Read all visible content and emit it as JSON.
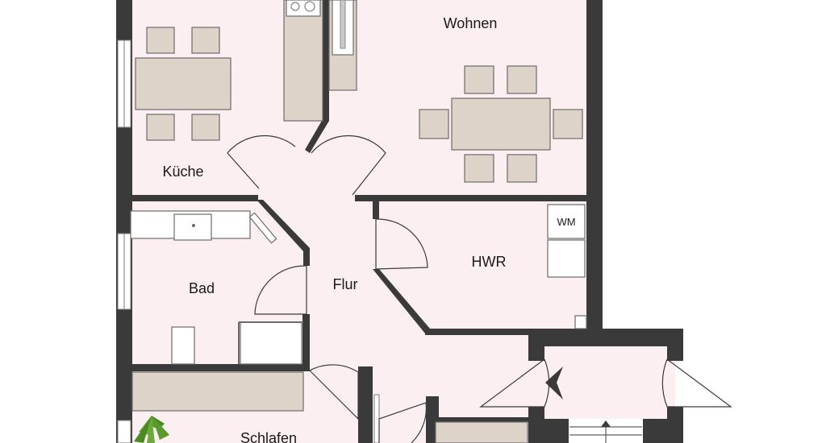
{
  "rooms": {
    "wohnen": "Wohnen",
    "kueche": "Küche",
    "bad": "Bad",
    "flur": "Flur",
    "hwr": "HWR",
    "schlafen": "Schlafen"
  },
  "appliances": {
    "washing_machine": "WM"
  },
  "colors": {
    "wall": "#3a3a3a",
    "floor": "#fbeff1",
    "furniture": "#ddd3c8",
    "plant": "#5a9a2a"
  }
}
